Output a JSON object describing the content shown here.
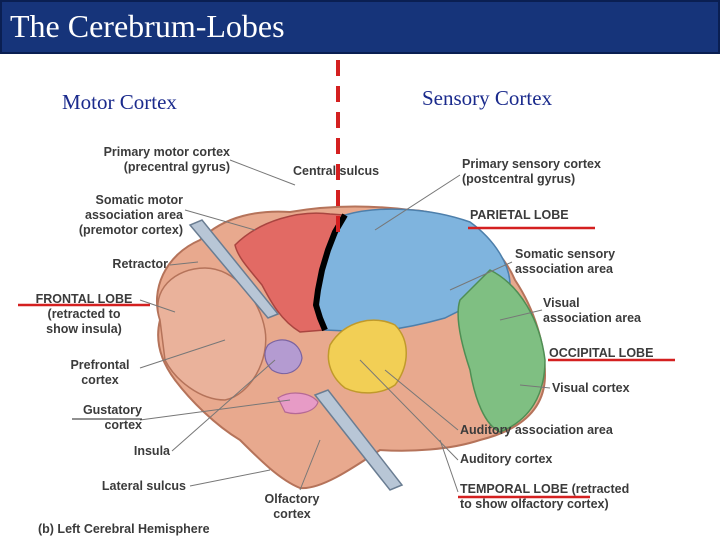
{
  "title": "The Cerebrum-Lobes",
  "motor_cortex": "Motor Cortex",
  "sensory_cortex": "Sensory Cortex",
  "labels": {
    "primary_motor": [
      "Primary motor cortex",
      "(precentral gyrus)"
    ],
    "somatic_motor": [
      "Somatic motor",
      "association area",
      "(premotor cortex)"
    ],
    "retractor": "Retractor",
    "frontal_lobe": [
      "FRONTAL LOBE",
      "(retracted to",
      "show insula)"
    ],
    "prefrontal": [
      "Prefrontal",
      "cortex"
    ],
    "gustatory": [
      "Gustatory",
      "cortex"
    ],
    "insula": "Insula",
    "lateral_sulcus": "Lateral sulcus",
    "olfactory": [
      "Olfactory",
      "cortex"
    ],
    "central_sulcus": "Central sulcus",
    "primary_sensory": [
      "Primary sensory cortex",
      "(postcentral gyrus)"
    ],
    "parietal_lobe": "PARIETAL LOBE",
    "somatic_sensory": [
      "Somatic sensory",
      "association area"
    ],
    "visual_assoc": [
      "Visual",
      "association area"
    ],
    "occipital_lobe": "OCCIPITAL LOBE",
    "visual_cortex": "Visual cortex",
    "auditory_assoc": "Auditory association area",
    "auditory_cortex": "Auditory cortex",
    "temporal_lobe": [
      "TEMPORAL LOBE (retracted",
      "to show olfactory cortex)"
    ],
    "caption": "(b) Left Cerebral Hemisphere"
  },
  "colors": {
    "title_bar": "#16347a",
    "side_label": "#1a2a8c",
    "annotation_red": "#d42020",
    "motor_red": "#e26a64",
    "sensory_blue": "#7fb4de",
    "occipital_green": "#7fbf82",
    "auditory_yellow": "#f2cf55",
    "brain_pink": "#e8a98e"
  }
}
